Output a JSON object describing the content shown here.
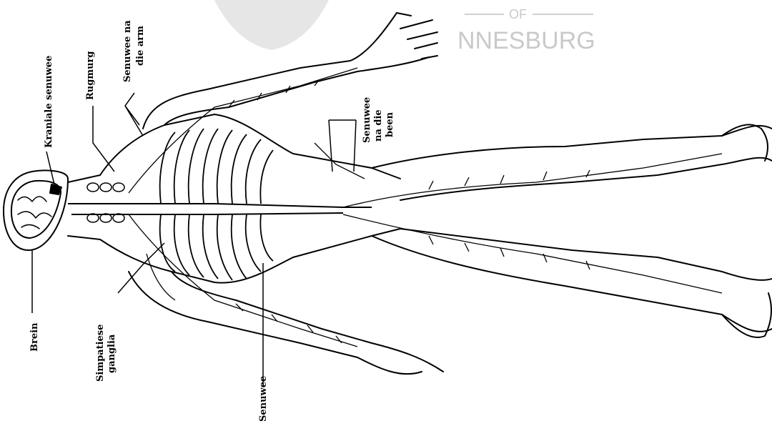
{
  "watermark": {
    "line1": "OF",
    "line2": "NNESBURG",
    "color": "#c9c9c9"
  },
  "labels": {
    "brein": "Brein",
    "kraniale_senuwee": "Kraniale senuwee",
    "rugmurg": "Rugmurg",
    "senuwee_na_die_arm_1": "Senuwee na",
    "senuwee_na_die_arm_2": "die arm",
    "senuwee_na_die_been_1": "Senuwee",
    "senuwee_na_die_been_2": "na die",
    "senuwee_na_die_been_3": "been",
    "simpatiese_ganglia_1": "Simpatiese",
    "simpatiese_ganglia_2": "ganglia",
    "senuwee": "Senuwee"
  },
  "colors": {
    "ink": "#000000",
    "background": "#ffffff"
  }
}
